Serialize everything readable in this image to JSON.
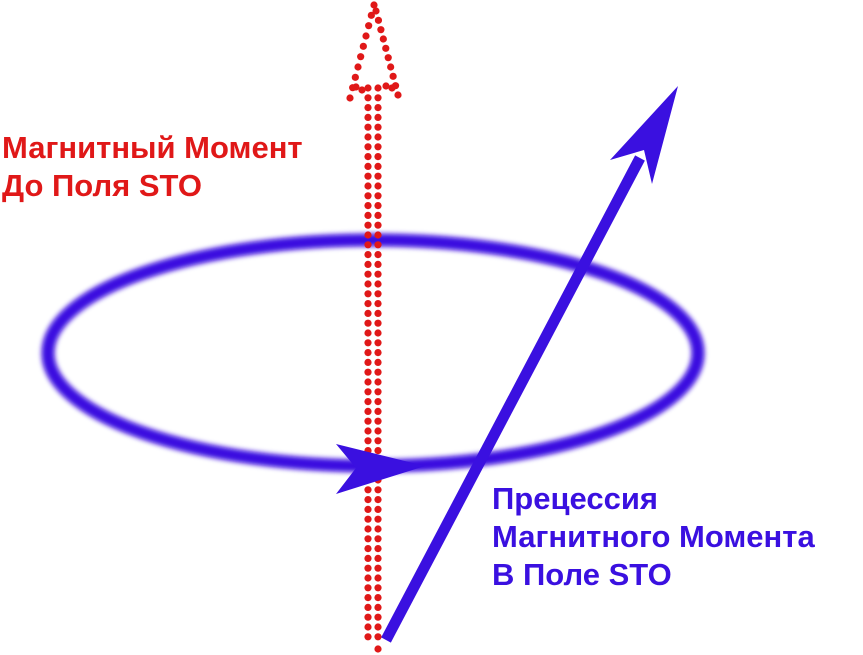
{
  "colors": {
    "red": "#e01818",
    "blue": "#3a10e0",
    "background": "#ffffff"
  },
  "labels": {
    "before_field": {
      "lines": [
        "Магнитный Момент",
        "До Поля STO"
      ],
      "color": "#e01818"
    },
    "in_field": {
      "lines": [
        "Прецессия",
        "Магнитного Момента",
        "В Поле STO"
      ],
      "color": "#3a10e0"
    }
  },
  "elements": {
    "initial_moment_arrow": {
      "style": "dotted",
      "color": "red",
      "direction": "up"
    },
    "precessing_moment_arrow": {
      "style": "solid",
      "color": "blue",
      "direction": "up-right"
    },
    "precession_orbit": {
      "shape": "ellipse",
      "color": "blue",
      "arrow_direction": "right"
    }
  }
}
